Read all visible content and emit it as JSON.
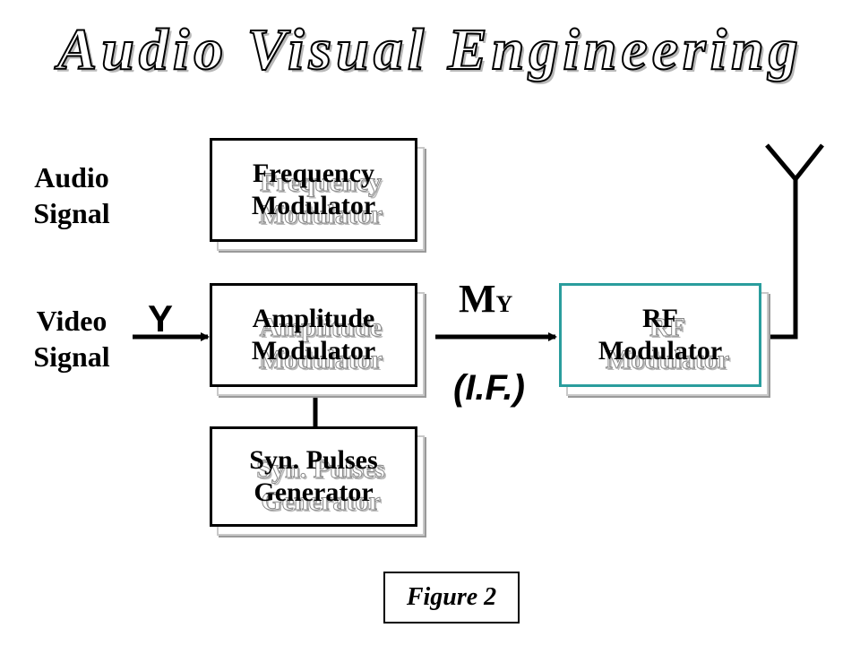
{
  "title": "Audio Visual Engineering",
  "inputs": {
    "audio_line1": "Audio",
    "audio_line2": "Signal",
    "video_line1": "Video",
    "video_line2": "Signal",
    "y_label": "Y"
  },
  "blocks": {
    "frequency_modulator": {
      "line1": "Frequency",
      "line2": "Modulator"
    },
    "amplitude_modulator": {
      "line1": "Amplitude",
      "line2": "Modulator"
    },
    "sync_generator": {
      "line1": "Syn. Pulses",
      "line2": "Generator"
    },
    "rf_modulator": {
      "line1": "RF",
      "line2": "Modulator"
    }
  },
  "signal": {
    "main": "M",
    "sub": "Y",
    "note": "(I.F.)"
  },
  "caption": "Figure 2",
  "colors": {
    "rf_border": "#2a9d9d",
    "shadow": "#9a9a9a"
  }
}
